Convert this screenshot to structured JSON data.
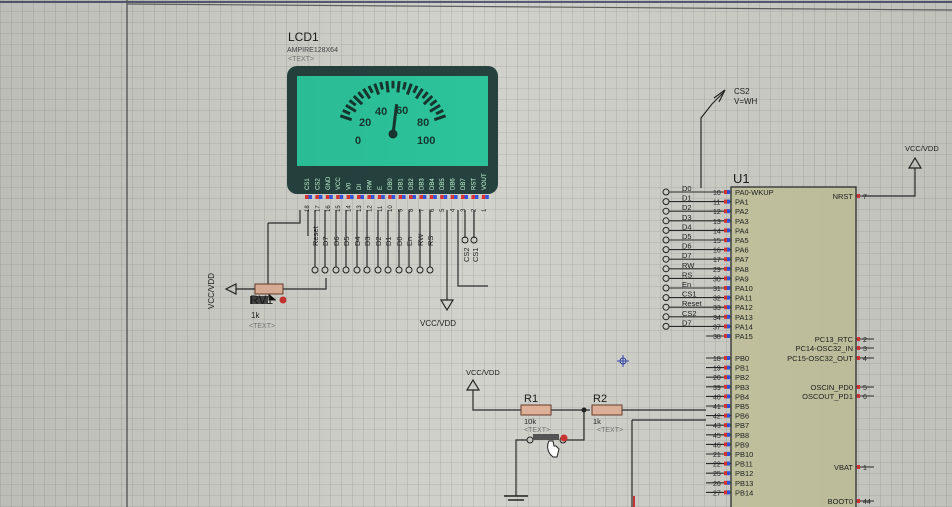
{
  "lcd": {
    "ref": "LCD1",
    "part": "AMPIRE128X64",
    "text": "<TEXT>",
    "gauge_labels": [
      "0",
      "20",
      "40",
      "60",
      "80",
      "100"
    ],
    "needle_value": 55,
    "pins": [
      "CS1",
      "CS2",
      "GND",
      "VCC",
      "V0",
      "DI",
      "RW",
      "E",
      "DB0",
      "DB1",
      "DB2",
      "DB3",
      "DB4",
      "DB5",
      "DB6",
      "DB7",
      "RST",
      "VOUT"
    ],
    "pin_numbers": [
      "18",
      "17",
      "16",
      "15",
      "14",
      "13",
      "12",
      "11",
      "10",
      "9",
      "8",
      "7",
      "6",
      "5",
      "4",
      "3",
      "2",
      "1"
    ],
    "bus_labels": [
      "Reset",
      "D7",
      "D6",
      "D5",
      "D4",
      "D3",
      "D2",
      "D1",
      "D0",
      "En",
      "RW",
      "RS"
    ],
    "cs_labels": [
      "CS2",
      "CS1"
    ]
  },
  "rv1": {
    "ref": "RV1",
    "value": "1k",
    "text": "<TEXT>",
    "vcc": "VCC/VDD"
  },
  "power": {
    "lcd_vcc": "VCC/VDD",
    "r1_vcc": "VCC/VDD",
    "nrst_vcc": "VCC/VDD"
  },
  "cs2_probe": {
    "name": "CS2",
    "state": "V=WH"
  },
  "r1": {
    "ref": "R1",
    "value": "10k",
    "text": "<TEXT>"
  },
  "r2": {
    "ref": "R2",
    "value": "1k",
    "text": "<TEXT>"
  },
  "u1": {
    "ref": "U1",
    "left_pins": [
      {
        "num": "10",
        "name": "PA0-WKUP",
        "net": "D0"
      },
      {
        "num": "11",
        "name": "PA1",
        "net": "D1"
      },
      {
        "num": "12",
        "name": "PA2",
        "net": "D2"
      },
      {
        "num": "13",
        "name": "PA3",
        "net": "D3"
      },
      {
        "num": "14",
        "name": "PA4",
        "net": "D4"
      },
      {
        "num": "15",
        "name": "PA5",
        "net": "D5"
      },
      {
        "num": "16",
        "name": "PA6",
        "net": "D6"
      },
      {
        "num": "17",
        "name": "PA7",
        "net": "D7"
      },
      {
        "num": "29",
        "name": "PA8",
        "net": "RW"
      },
      {
        "num": "30",
        "name": "PA9",
        "net": "RS"
      },
      {
        "num": "31",
        "name": "PA10",
        "net": "En"
      },
      {
        "num": "32",
        "name": "PA11",
        "net": "CS1"
      },
      {
        "num": "33",
        "name": "PA12",
        "net": "Reset"
      },
      {
        "num": "34",
        "name": "PA13",
        "net": "CS2"
      },
      {
        "num": "37",
        "name": "PA14",
        "net": "D7"
      },
      {
        "num": "38",
        "name": "PA15",
        "net": ""
      },
      {
        "num": "18",
        "name": "PB0",
        "net": ""
      },
      {
        "num": "19",
        "name": "PB1",
        "net": ""
      },
      {
        "num": "20",
        "name": "PB2",
        "net": ""
      },
      {
        "num": "39",
        "name": "PB3",
        "net": ""
      },
      {
        "num": "40",
        "name": "PB4",
        "net": ""
      },
      {
        "num": "41",
        "name": "PB5",
        "net": ""
      },
      {
        "num": "42",
        "name": "PB6",
        "net": ""
      },
      {
        "num": "43",
        "name": "PB7",
        "net": ""
      },
      {
        "num": "45",
        "name": "PB8",
        "net": ""
      },
      {
        "num": "46",
        "name": "PB9",
        "net": ""
      },
      {
        "num": "21",
        "name": "PB10",
        "net": ""
      },
      {
        "num": "22",
        "name": "PB11",
        "net": ""
      },
      {
        "num": "25",
        "name": "PB12",
        "net": ""
      },
      {
        "num": "26",
        "name": "PB13",
        "net": ""
      },
      {
        "num": "27",
        "name": "PB14",
        "net": ""
      }
    ],
    "right_pins": [
      {
        "num": "7",
        "name": "NRST"
      },
      {
        "num": "2",
        "name": "PC13_RTC"
      },
      {
        "num": "3",
        "name": "PC14-OSC32_IN"
      },
      {
        "num": "4",
        "name": "PC15-OSC32_OUT"
      },
      {
        "num": "5",
        "name": "OSCIN_PD0"
      },
      {
        "num": "6",
        "name": "OSCOUT_PD1"
      },
      {
        "num": "1",
        "name": "VBAT"
      },
      {
        "num": "44",
        "name": "BOOT0"
      }
    ]
  }
}
